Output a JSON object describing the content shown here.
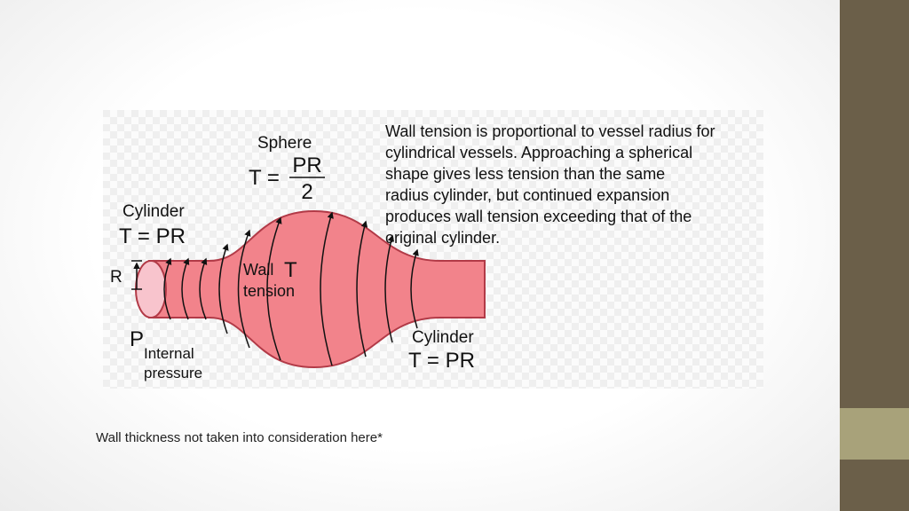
{
  "diagram": {
    "sphere_label": "Sphere",
    "sphere_formula_lhs": "T =",
    "sphere_formula_num": "PR",
    "sphere_formula_den": "2",
    "cylinder_left_label": "Cylinder",
    "cylinder_left_formula": "T = PR",
    "radius_symbol": "R",
    "wall_label": "Wall",
    "tension_label": "tension",
    "tension_symbol": "T",
    "pressure_symbol": "P",
    "internal_label": "Internal",
    "pressure_label": "pressure",
    "cylinder_right_label": "Cylinder",
    "cylinder_right_formula": "T = PR",
    "description_lines": [
      "Wall tension is proportional to vessel radius for",
      "cylindrical vessels. Approaching a spherical",
      "shape gives less tension than the same",
      "radius cylinder, but continued expansion",
      "produces wall tension exceeding that of the",
      "original cylinder."
    ],
    "colors": {
      "vessel_fill": "#f2838b",
      "vessel_stroke": "#b23a47",
      "opening_fill": "#f8c4cd"
    }
  },
  "footnote": "Wall thickness not taken into consideration here*"
}
